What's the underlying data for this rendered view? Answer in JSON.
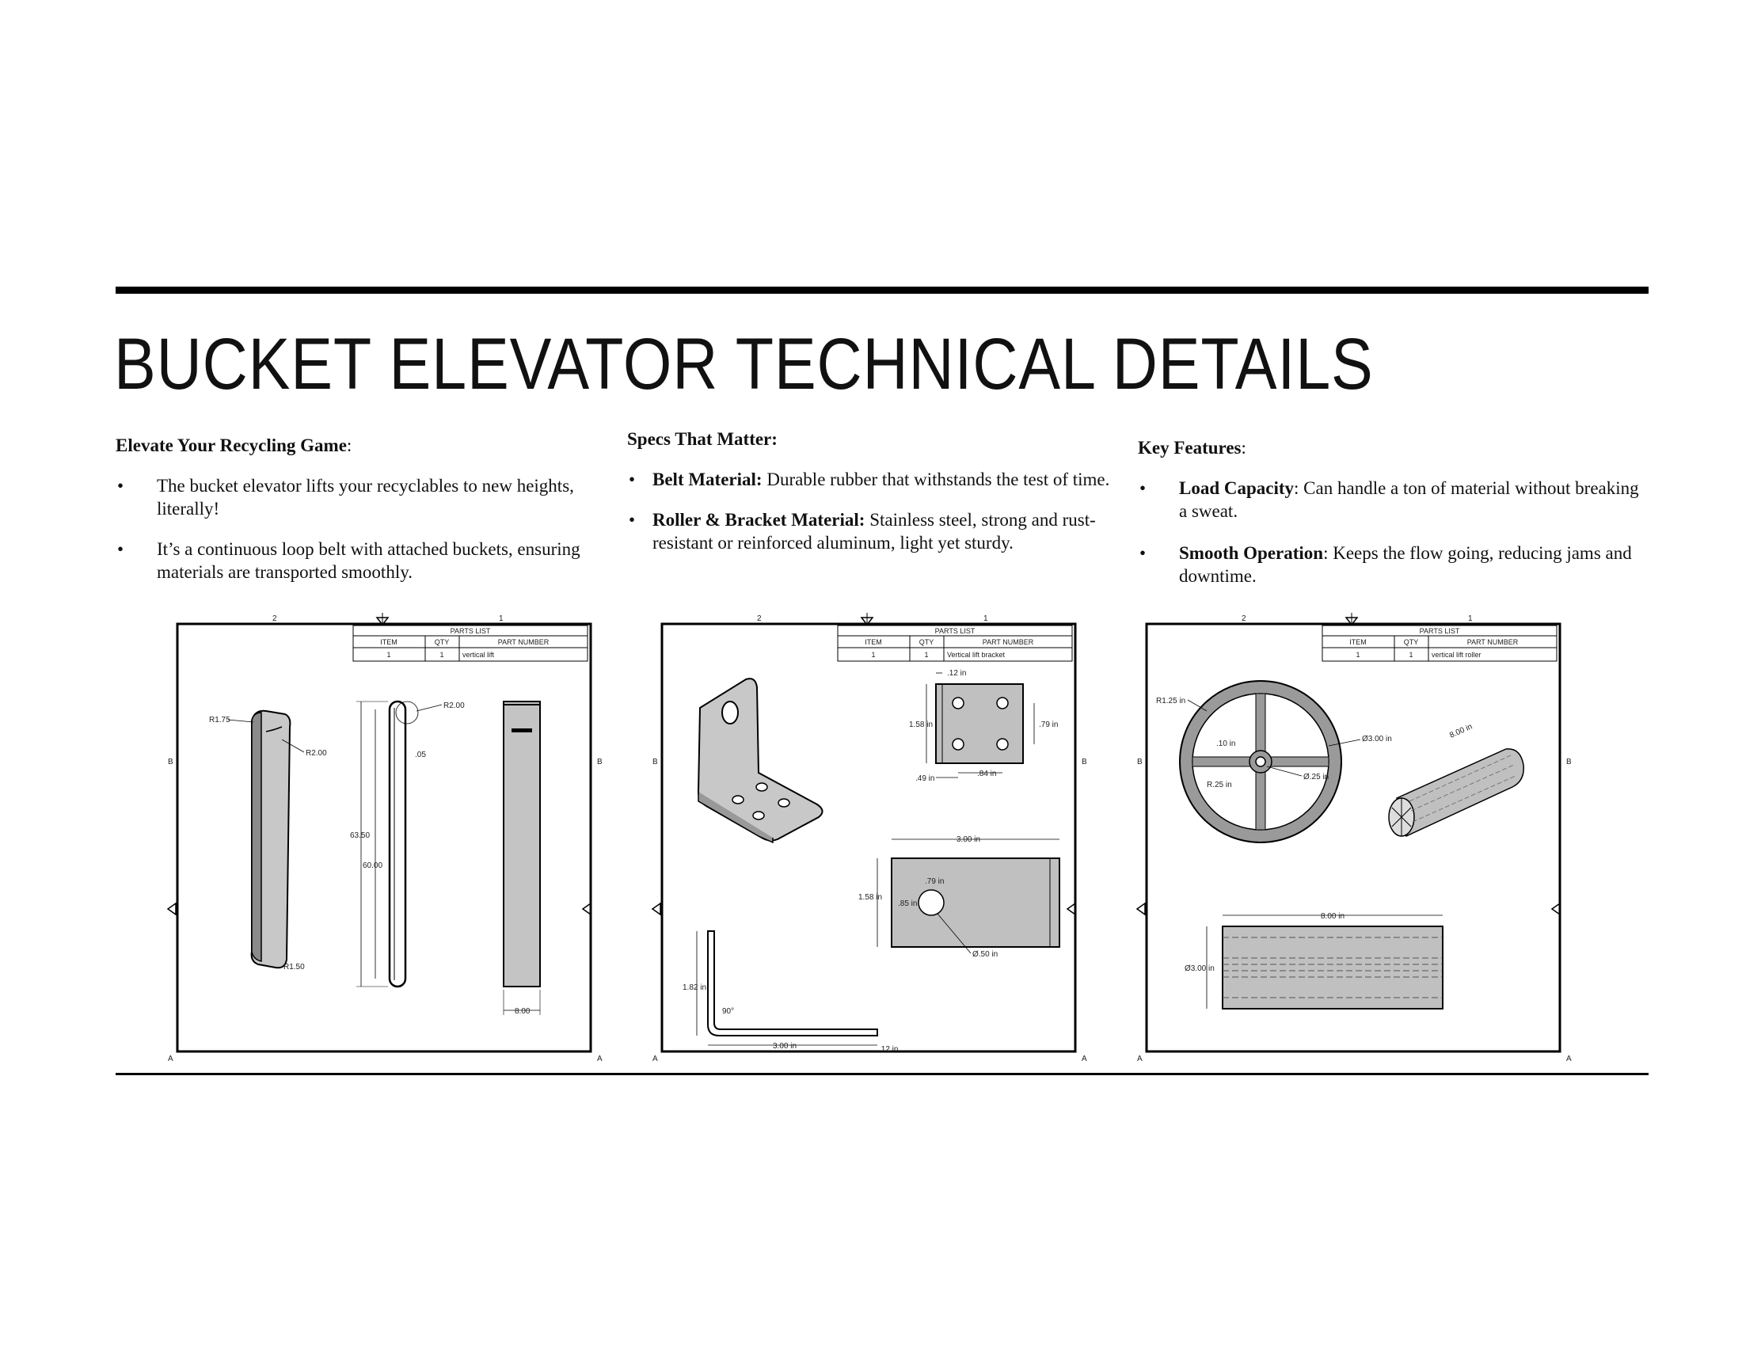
{
  "title": "BUCKET ELEVATOR  TECHNICAL DETAILS",
  "columns": [
    {
      "heading": "Elevate Your Recycling Game",
      "heading_suffix": ":",
      "bullets": [
        {
          "bold": "",
          "text": "The bucket elevator lifts your recyclables to new heights, literally!"
        },
        {
          "bold": "",
          "text": "It’s a continuous loop belt with attached buckets, ensuring materials are transported smoothly."
        }
      ]
    },
    {
      "heading": "Specs That Matter:",
      "heading_suffix": "",
      "bullets": [
        {
          "bold": "Belt Material:",
          "text": " Durable rubber that withstands the test of time."
        },
        {
          "bold": "Roller & Bracket Material:",
          "text": " Stainless steel, strong and rust-resistant or reinforced aluminum, light yet sturdy."
        }
      ]
    },
    {
      "heading": "Key Features",
      "heading_suffix": ":",
      "bullets": [
        {
          "bold": "Load Capacity",
          "text": ": Can handle a ton of material without breaking a sweat."
        },
        {
          "bold": "Smooth Operation",
          "text": ": Keeps the flow going, reducing jams and downtime."
        }
      ]
    }
  ],
  "drawings": [
    {
      "parts_list": {
        "title": "PARTS LIST",
        "headers": [
          "ITEM",
          "QTY",
          "PART NUMBER"
        ],
        "row": [
          "1",
          "1",
          "vertical lift"
        ]
      },
      "zone_labels": {
        "col2": "2",
        "col1": "1",
        "rowB": "B",
        "rowA": "A"
      },
      "dims": [
        "R1.75",
        "R2.00",
        "R2.00",
        ".05",
        "63.50",
        "60.00",
        "R1.50",
        "8.00"
      ]
    },
    {
      "parts_list": {
        "title": "PARTS LIST",
        "headers": [
          "ITEM",
          "QTY",
          "PART NUMBER"
        ],
        "row": [
          "1",
          "1",
          "Vertical lift bracket"
        ]
      },
      "zone_labels": {
        "col2": "2",
        "col1": "1",
        "rowB": "B",
        "rowA": "A"
      },
      "dims": [
        ".12 in",
        "1.58 in",
        ".79 in",
        ".49 in",
        ".84 in",
        "3.00 in",
        ".79 in",
        "1.58 in",
        ".85 in",
        "Ø.50 in",
        "1.82 in",
        "90°",
        "3.00 in",
        ".12 in"
      ]
    },
    {
      "parts_list": {
        "title": "PARTS LIST",
        "headers": [
          "ITEM",
          "QTY",
          "PART NUMBER"
        ],
        "row": [
          "1",
          "1",
          "vertical lift roller"
        ]
      },
      "zone_labels": {
        "col2": "2",
        "col1": "1",
        "rowB": "B",
        "rowA": "A"
      },
      "dims": [
        "R1.25 in",
        ".10 in",
        "Ø3.00 in",
        "R.25 in",
        "Ø.25 in",
        "8.00 in",
        "8.00 in",
        "Ø3.00 in"
      ]
    }
  ]
}
